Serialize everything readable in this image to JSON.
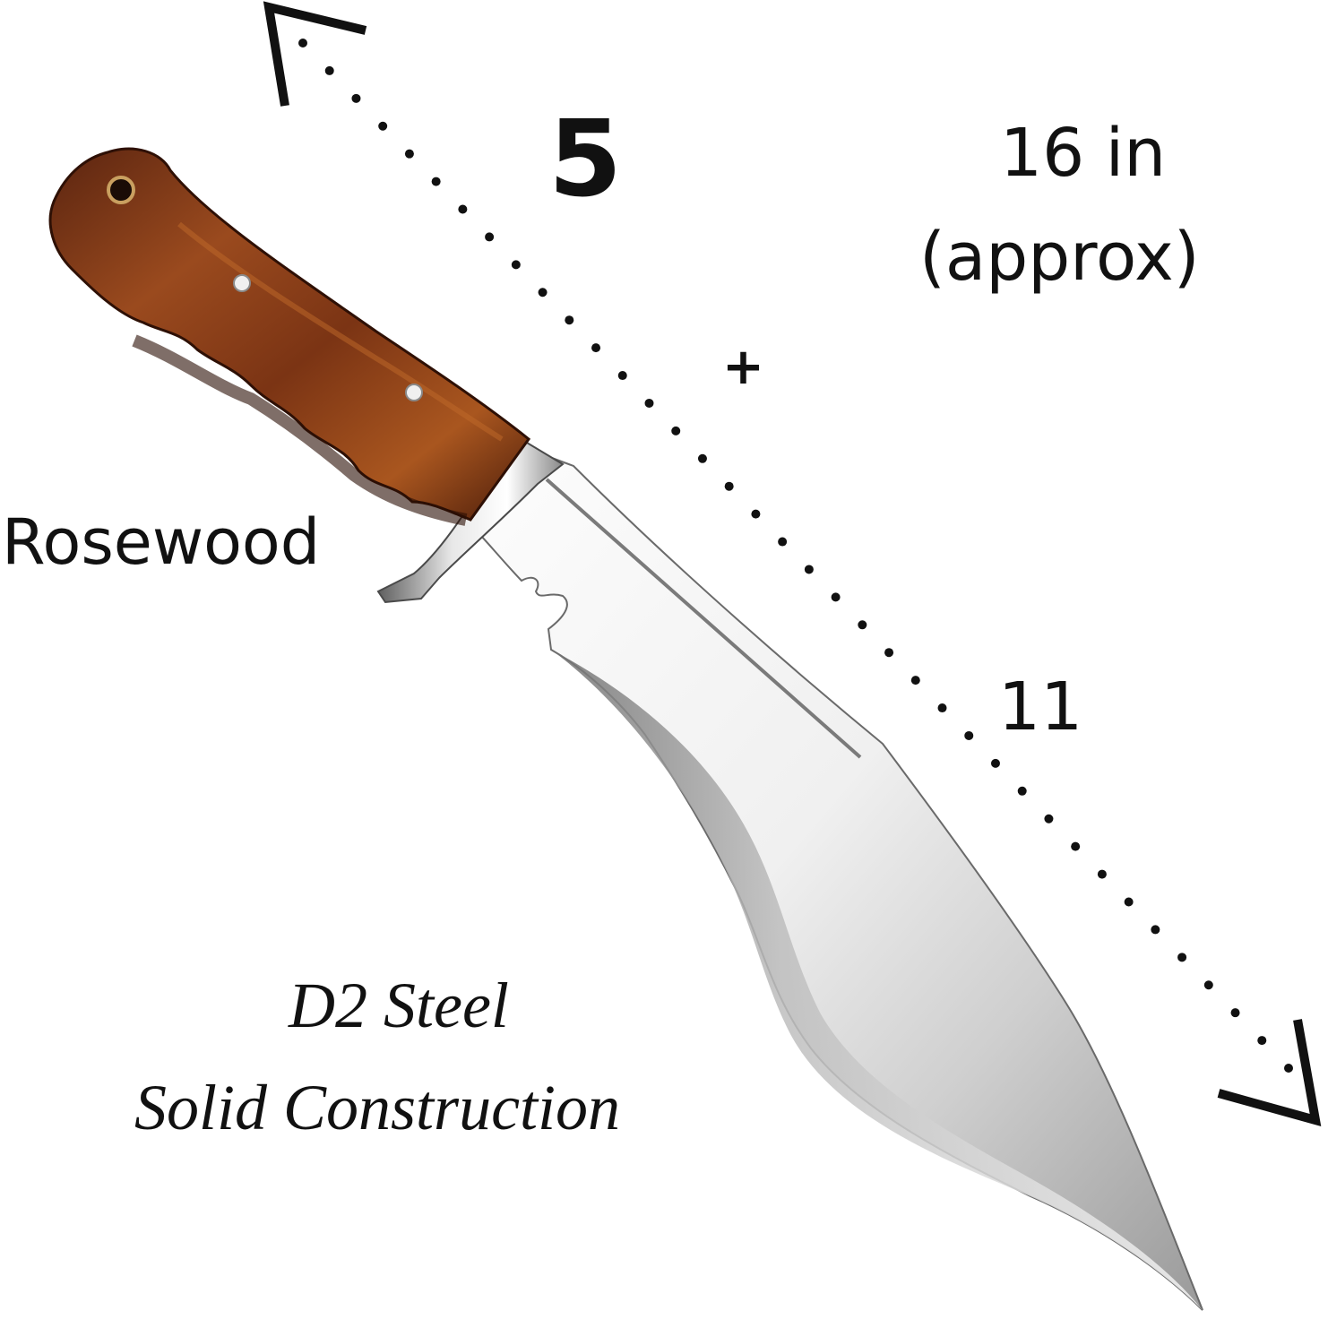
{
  "image": {
    "subject": "kukri knife",
    "colors": {
      "background": "#ffffff",
      "text": "#111111",
      "handle_wood": "#8a3a14",
      "handle_dark": "#3a1608",
      "steel_light": "#f2f2f2",
      "steel_dark": "#8c8c8c"
    }
  },
  "labels": {
    "handle_length": "5",
    "plus": "+",
    "total_length_line1": "16 in",
    "total_length_line2": "(approx)",
    "blade_length": "11",
    "handle_material": "Rosewood",
    "steel": "D2 Steel",
    "construction": "Solid Construction"
  },
  "icons": {
    "measure_arrow": "dotted-double-arrow"
  }
}
